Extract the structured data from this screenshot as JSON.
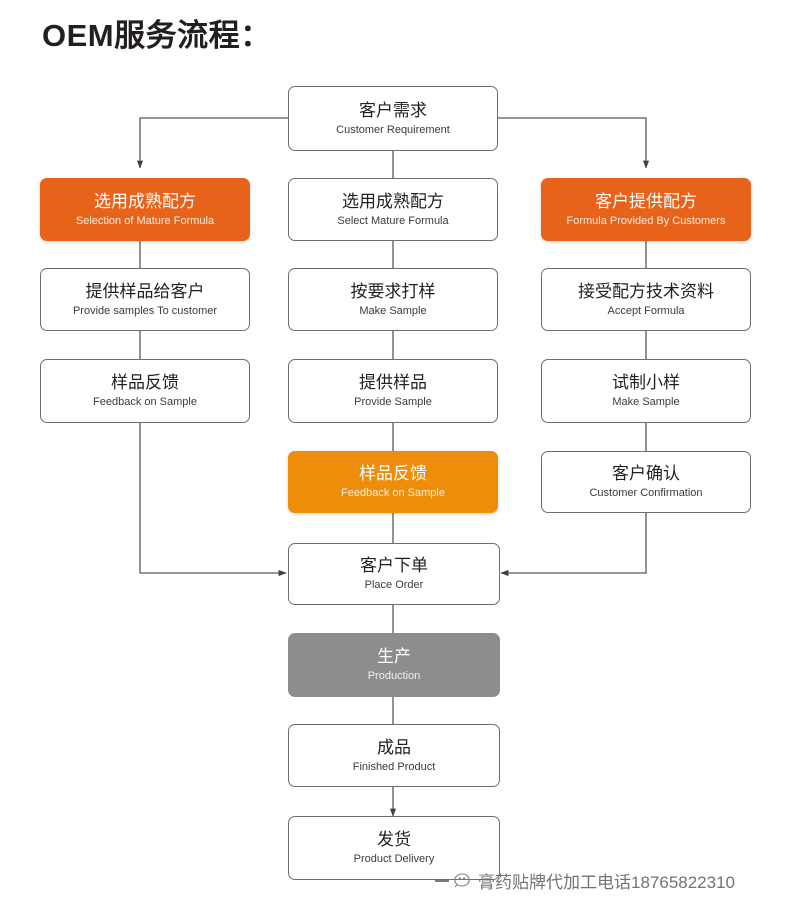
{
  "page": {
    "title": "OEM服务流程：",
    "background_color": "#ffffff"
  },
  "colors": {
    "orange": "#e8631a",
    "amber": "#ed8d0a",
    "gray": "#8d8d8d",
    "box_border": "#6d6e71",
    "text": "#231f20",
    "connector": "#58595b"
  },
  "chart_data": {
    "type": "diagram",
    "title": "OEM服务流程：",
    "nodes": [
      {
        "id": "customer-requirement",
        "cn": "客户需求",
        "en": "Customer Requirement",
        "style": "plain",
        "column": "center",
        "row": 1
      },
      {
        "id": "selection-mature-formula",
        "cn": "选用成熟配方",
        "en": "Selection of Mature Formula",
        "style": "orange",
        "column": "left",
        "row": 2
      },
      {
        "id": "select-mature-formula",
        "cn": "选用成熟配方",
        "en": "Select Mature Formula",
        "style": "plain",
        "column": "center",
        "row": 2
      },
      {
        "id": "formula-provided-by-customers",
        "cn": "客户提供配方",
        "en": "Formula  Provided By Customers",
        "style": "orange",
        "column": "right",
        "row": 2
      },
      {
        "id": "provide-samples-to-customer",
        "cn": "提供样品给客户",
        "en": "Provide samples To customer",
        "style": "plain",
        "column": "left",
        "row": 3
      },
      {
        "id": "make-sample-center",
        "cn": "按要求打样",
        "en": "Make Sample",
        "style": "plain",
        "column": "center",
        "row": 3
      },
      {
        "id": "accept-formula",
        "cn": "接受配方技术资料",
        "en": "Accept Formula",
        "style": "plain",
        "column": "right",
        "row": 3
      },
      {
        "id": "feedback-on-sample-left",
        "cn": "样品反馈",
        "en": "Feedback on Sample",
        "style": "plain",
        "column": "left",
        "row": 4
      },
      {
        "id": "provide-sample",
        "cn": "提供样品",
        "en": "Provide Sample",
        "style": "plain",
        "column": "center",
        "row": 4
      },
      {
        "id": "make-sample-right",
        "cn": "试制小样",
        "en": "Make Sample",
        "style": "plain",
        "column": "right",
        "row": 4
      },
      {
        "id": "feedback-on-sample-center",
        "cn": "样品反馈",
        "en": "Feedback on Sample",
        "style": "amber",
        "column": "center",
        "row": 5
      },
      {
        "id": "customer-confirmation",
        "cn": "客户确认",
        "en": "Customer Confirmation",
        "style": "plain",
        "column": "right",
        "row": 5
      },
      {
        "id": "place-order",
        "cn": "客户下单",
        "en": "Place Order",
        "style": "plain",
        "column": "center",
        "row": 6
      },
      {
        "id": "production",
        "cn": "生产",
        "en": "Production",
        "style": "gray",
        "column": "center",
        "row": 7
      },
      {
        "id": "finished-product",
        "cn": "成品",
        "en": "Finished Product",
        "style": "plain",
        "column": "center",
        "row": 8
      },
      {
        "id": "product-delivery",
        "cn": "发货",
        "en": "Product Delivery",
        "style": "plain",
        "column": "center",
        "row": 9
      }
    ],
    "edges": [
      {
        "from": "customer-requirement",
        "to": "selection-mature-formula"
      },
      {
        "from": "customer-requirement",
        "to": "select-mature-formula"
      },
      {
        "from": "customer-requirement",
        "to": "formula-provided-by-customers"
      },
      {
        "from": "selection-mature-formula",
        "to": "provide-samples-to-customer"
      },
      {
        "from": "select-mature-formula",
        "to": "make-sample-center"
      },
      {
        "from": "formula-provided-by-customers",
        "to": "accept-formula"
      },
      {
        "from": "provide-samples-to-customer",
        "to": "feedback-on-sample-left"
      },
      {
        "from": "make-sample-center",
        "to": "provide-sample"
      },
      {
        "from": "accept-formula",
        "to": "make-sample-right"
      },
      {
        "from": "provide-sample",
        "to": "feedback-on-sample-center"
      },
      {
        "from": "make-sample-right",
        "to": "customer-confirmation"
      },
      {
        "from": "feedback-on-sample-left",
        "to": "place-order"
      },
      {
        "from": "feedback-on-sample-center",
        "to": "place-order"
      },
      {
        "from": "customer-confirmation",
        "to": "place-order"
      },
      {
        "from": "place-order",
        "to": "production"
      },
      {
        "from": "production",
        "to": "finished-product"
      },
      {
        "from": "finished-product",
        "to": "product-delivery"
      }
    ]
  },
  "watermark": {
    "icon": "wechat-icon",
    "text": "膏药贴牌代加工电话18765822310"
  }
}
